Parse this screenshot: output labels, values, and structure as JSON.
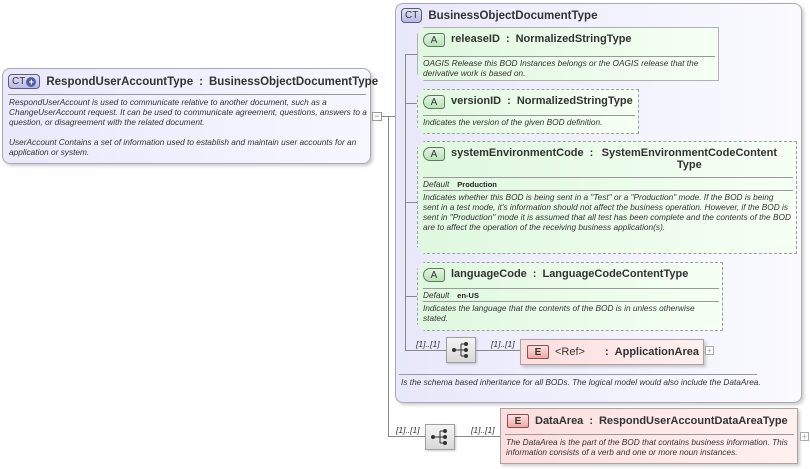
{
  "root": {
    "badge": "CT",
    "name": "RespondUserAccountType",
    "separator": ":",
    "base_type": "BusinessObjectDocumentType",
    "documentation": "RespondUserAccount is used to communicate relative to another document, such as a ChangeUserAccount request. It can be used to communicate agreement, questions, answers to a question, or disagreement with the related document.",
    "documentation2": "UserAccount  Contains a set of information used to establish and maintain user accounts for an application or system.",
    "collapse_symbol": "−"
  },
  "base": {
    "badge": "CT",
    "name": "BusinessObjectDocumentType",
    "documentation": "Is the schema based inheritance for all BODs. The logical model would also include the DataArea.",
    "attributes": [
      {
        "badge": "A",
        "name": "releaseID",
        "separator": ":",
        "type": "NormalizedStringType",
        "documentation": "OAGIS Release this BOD Instances belongs or the OAGIS release that the derivative work is based on."
      },
      {
        "badge": "A",
        "name": "versionID",
        "separator": ":",
        "type": "NormalizedStringType",
        "documentation": "Indicates the version of the given BOD definition."
      },
      {
        "badge": "A",
        "name": "systemEnvironmentCode",
        "separator": ":",
        "type": "SystemEnvironmentCodeContentType",
        "default_label": "Default",
        "default_value": "Production",
        "documentation": "Indicates whether this BOD is being sent in a \"Test\" or a \"Production\" mode. If the BOD is being sent in a test mode, it's information should not affect the business operation. However, if the BOD is sent in \"Production\" mode it is assumed that all test has been complete and the contents of the BOD are to affect the operation of the receiving business application(s)."
      },
      {
        "badge": "A",
        "name": "languageCode",
        "separator": ":",
        "type": "LanguageCodeContentType",
        "default_label": "Default",
        "default_value": "en-US",
        "documentation": "Indicates the language that the contents of the BOD is in unless otherwise stated."
      }
    ],
    "sequence": {
      "cardinality_in": "[1]..[1]",
      "cardinality_out": "[1]..[1]"
    },
    "application_area": {
      "badge": "E",
      "ref": "<Ref>",
      "separator": ":",
      "name": "ApplicationArea",
      "expand_symbol": "+"
    }
  },
  "data_area_sequence": {
    "cardinality_in": "[1]..[1]",
    "cardinality_out": "[1]..[1]"
  },
  "data_area": {
    "badge": "E",
    "name": "DataArea",
    "separator": ":",
    "type": "RespondUserAccountDataAreaType",
    "documentation": "The DataArea is the part of the BOD that contains business information. This information consists of a verb and one or more noun instances.",
    "expand_symbol": "+"
  }
}
